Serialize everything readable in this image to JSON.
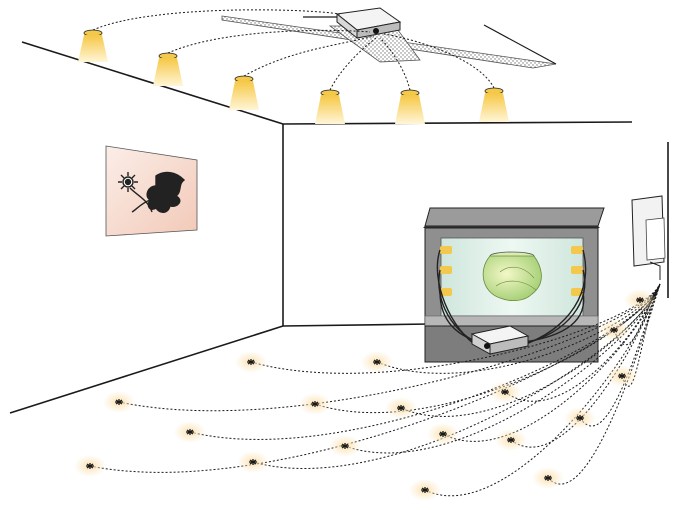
{
  "colors": {
    "background": "#ffffff",
    "line": "#1a1a1a",
    "spotlight_glow": "#f2c94c",
    "spotlight_beam": "#fbe7a6",
    "floor_light_glow": "#fbe3b4",
    "cabinet_body": "#8f8f8f",
    "cabinet_top": "#2f2f2f",
    "cabinet_glass": "#dbeee6",
    "artwork_bg": "#f6ddd3",
    "vase": "#cfe59a"
  },
  "scene": {
    "ceiling_spotlight_count": 6,
    "floor_light_count": 18,
    "cabinet_side_light_count": 6,
    "ceiling_driver_icon": "driver-box-icon",
    "cabinet_driver_icon": "driver-box-icon",
    "wall_artwork_icon": "flower-artwork-icon",
    "vase_icon": "vase-icon",
    "wall_panel_icon": "control-panel-icon"
  }
}
